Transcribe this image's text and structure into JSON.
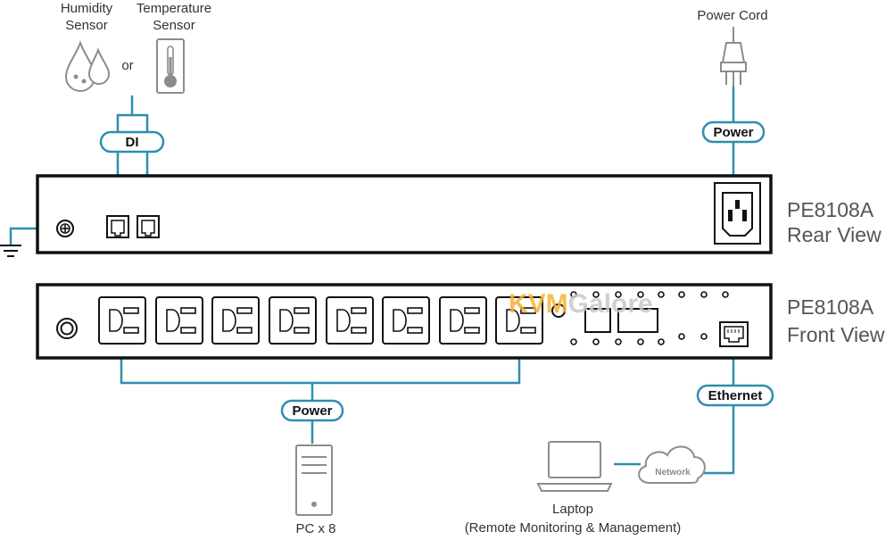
{
  "labels": {
    "humidity_line1": "Humidity",
    "humidity_line2": "Sensor",
    "or": "or",
    "temperature_line1": "Temperature",
    "temperature_line2": "Sensor",
    "power_cord": "Power Cord",
    "di": "DI",
    "power_top": "Power",
    "power_bottom": "Power",
    "ethernet": "Ethernet",
    "network": "Network",
    "rear_model": "PE8108A",
    "rear_view": "Rear View",
    "front_model": "PE8108A",
    "front_view": "Front View",
    "pc": "PC x 8",
    "laptop_line1": "Laptop",
    "laptop_line2": "(Remote Monitoring & Management)"
  },
  "watermark": {
    "part1": "KVM",
    "part2": "Galore"
  },
  "colors": {
    "connector": "#2e8fae",
    "device_outline": "#111111",
    "icon_gray": "#8c8c8c",
    "watermark_orange": "#f5b335",
    "watermark_gray": "#c8c8c8"
  }
}
